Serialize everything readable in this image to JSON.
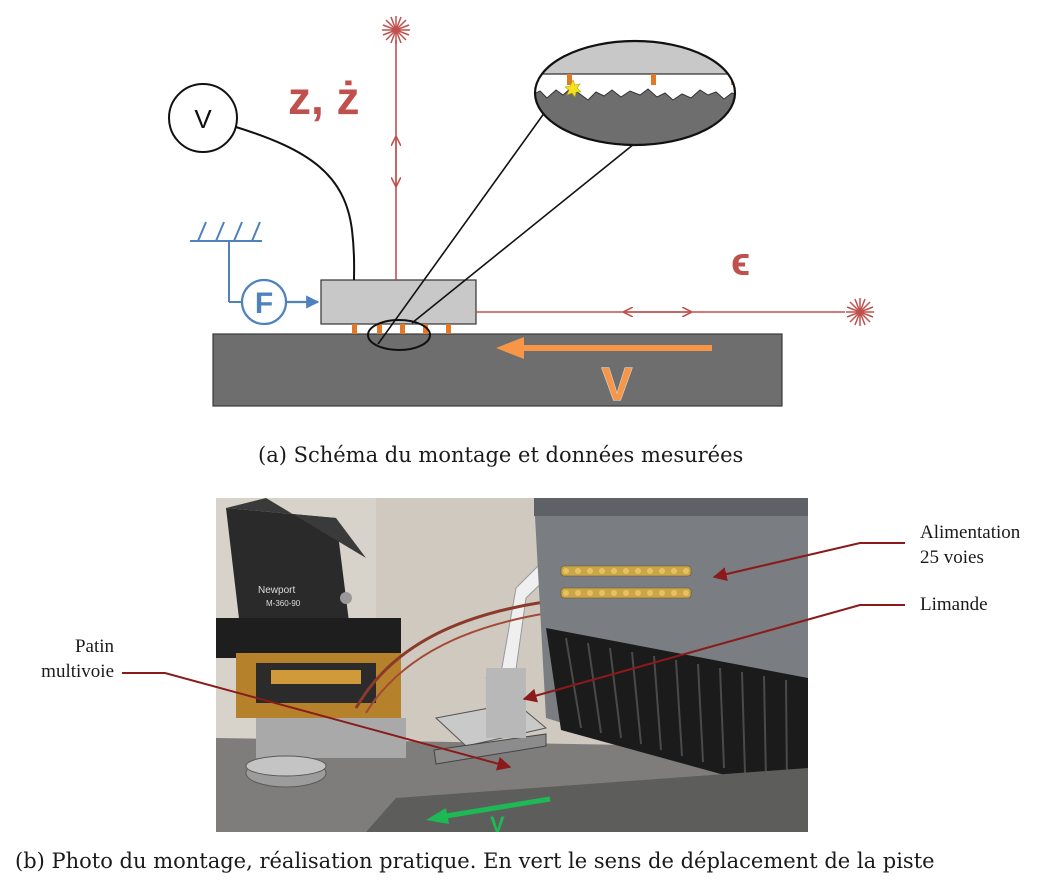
{
  "schema": {
    "voltmeter_symbol": "V",
    "force_symbol": "F",
    "height_label": "z, ż",
    "strain_label": "ϵ",
    "velocity_label": "V",
    "caption": "(a) Schéma du montage et données mesurées"
  },
  "photo": {
    "brand_text": "Newport",
    "model_text": "M-360-90",
    "velocity_label": "V",
    "caption": "(b) Photo du montage, réalisation pratique. En vert le sens de déplacement de la piste"
  },
  "annotations": {
    "alimentation_line1": "Alimentation",
    "alimentation_line2": "25 voies",
    "limande": "Limande",
    "patin_line1": "Patin",
    "patin_line2": "multivoie"
  },
  "colors": {
    "laser_red": "#c0504d",
    "force_blue": "#4f81bd",
    "velocity_orange": "#f79646",
    "track_gray": "#6e6e6e",
    "pad_gray": "#c8c8c8",
    "electrode_orange": "#e07a2a",
    "photo_velocity_green": "#1db954",
    "leader_darkred": "#8b1a1a"
  },
  "icons": {
    "laser_source": "starburst-icon",
    "ground": "ground-symbol-icon",
    "contact_spark": "spark-icon"
  }
}
